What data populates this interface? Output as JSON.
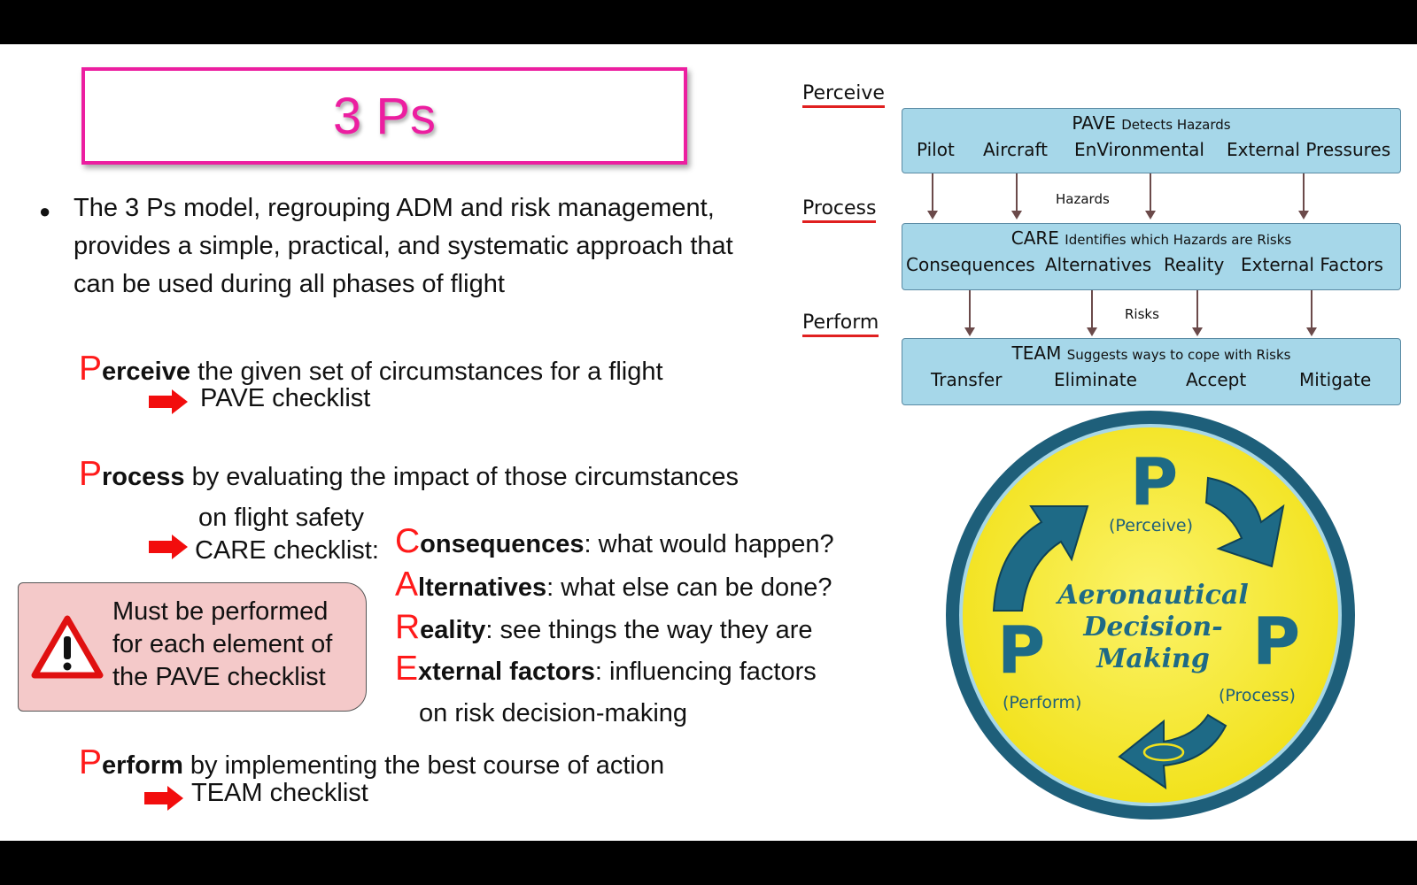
{
  "slide": {
    "title": "3 Ps",
    "bullet": "The 3 Ps model, regrouping ADM and risk management, provides a simple, practical, and systematic approach that can be used during all phases of flight",
    "perceive": {
      "cap": "P",
      "bold": "erceive",
      "rest": " the given set of circumstances for a flight",
      "checklist": "PAVE checklist"
    },
    "process": {
      "cap": "P",
      "bold": "rocess",
      "rest": " by evaluating the impact of those circumstances",
      "line2": "on flight safety",
      "checklist": "CARE checklist:"
    },
    "care": [
      {
        "cap": "C",
        "bold": "onsequences",
        "rest": ": what would happen?"
      },
      {
        "cap": "A",
        "bold": "lternatives",
        "rest": ": what else can be done?"
      },
      {
        "cap": "R",
        "bold": "eality",
        "rest": ": see things the way they are"
      },
      {
        "cap": "E",
        "bold": "xternal factors",
        "rest": ": influencing factors",
        "line2": "on risk decision-making"
      }
    ],
    "perform": {
      "cap": "P",
      "bold": "erform",
      "rest": " by implementing the best course of action",
      "checklist": "TEAM checklist"
    },
    "warning": {
      "icon": "warning-triangle-icon",
      "text_lines": [
        "Must be performed",
        "for each element of",
        "the PAVE checklist"
      ]
    }
  },
  "diagram": {
    "stages": [
      {
        "label": "Perceive",
        "head": "PAVE",
        "sub": "Detects Hazards",
        "items": [
          "Pilot",
          "Aircraft",
          "EnVironmental",
          "External Pressures"
        ]
      },
      {
        "label": "Process",
        "head": "CARE",
        "sub": "Identifies which Hazards are Risks",
        "items": [
          "Consequences",
          "Alternatives",
          "Reality",
          "External Factors"
        ]
      },
      {
        "label": "Perform",
        "head": "TEAM",
        "sub": "Suggests ways to cope with Risks",
        "items": [
          "Transfer",
          "Eliminate",
          "Accept",
          "Mitigate"
        ]
      }
    ],
    "connectors": [
      "Hazards",
      "Risks"
    ]
  },
  "adm_cycle": {
    "center_lines": [
      "Aeronautical",
      "Decision-",
      "Making"
    ],
    "p_letter": "P",
    "labels": [
      "(Perceive)",
      "(Process)",
      "(Perform)"
    ]
  },
  "colors": {
    "title": "#ec1ea0",
    "accent_red": "#ff1a1a",
    "diagram_box": "#a6d7e9",
    "circle_yellow": "#f7ec3a",
    "circle_teal": "#1e5f7a"
  }
}
